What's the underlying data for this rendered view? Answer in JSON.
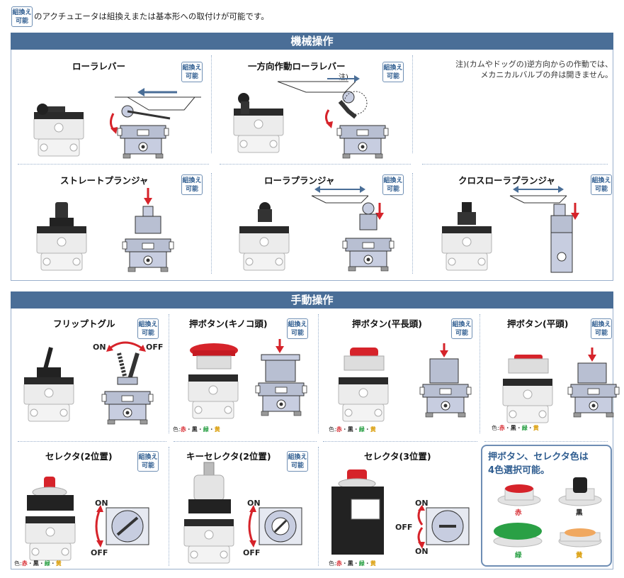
{
  "badge": {
    "line1": "組換え",
    "line2": "可能"
  },
  "header_note": "のアクチュエータは組換えまたは基本形への取付けが可能です。",
  "sections": {
    "mechanical": "機械操作",
    "manual": "手動操作"
  },
  "mechanical": {
    "items": [
      {
        "title": "ローラレバー"
      },
      {
        "title": "一方向作動ローラレバー",
        "note_marker": "注)"
      },
      {
        "title": "ストレートプランジャ"
      },
      {
        "title": "ローラプランジャ"
      },
      {
        "title": "クロスローラプランジャ"
      }
    ],
    "note_line1": "注)(カムやドッグの)逆方向からの作動では、",
    "note_line2": "メカニカルバルブの弁は開きません。"
  },
  "manual": {
    "items": [
      {
        "title": "フリップトグル",
        "on": "ON",
        "off": "OFF"
      },
      {
        "title": "押ボタン(キノコ頭)"
      },
      {
        "title": "押ボタン(平長頭)"
      },
      {
        "title": "押ボタン(平頭)"
      },
      {
        "title": "セレクタ(2位置)",
        "on": "ON",
        "off": "OFF"
      },
      {
        "title": "キーセレクタ(2位置)",
        "on": "ON",
        "off": "OFF"
      },
      {
        "title": "セレクタ(3位置)",
        "on1": "ON",
        "off": "OFF",
        "on2": "ON"
      }
    ],
    "color_prefix": "色:",
    "color_red": "赤",
    "color_black": "黒",
    "color_green": "緑",
    "color_yellow": "黄",
    "dot": "・"
  },
  "infobox": {
    "title_line1": "押ボタン、セレクタ色は",
    "title_line2": "4色選択可能。",
    "red": "赤",
    "black": "黒",
    "green": "緑",
    "yellow": "黄"
  },
  "colors": {
    "section_bar": "#4a6e97",
    "accent_blue": "#2f5d90",
    "arrow_red": "#d6232a",
    "arrow_blue": "#4a6e97"
  }
}
